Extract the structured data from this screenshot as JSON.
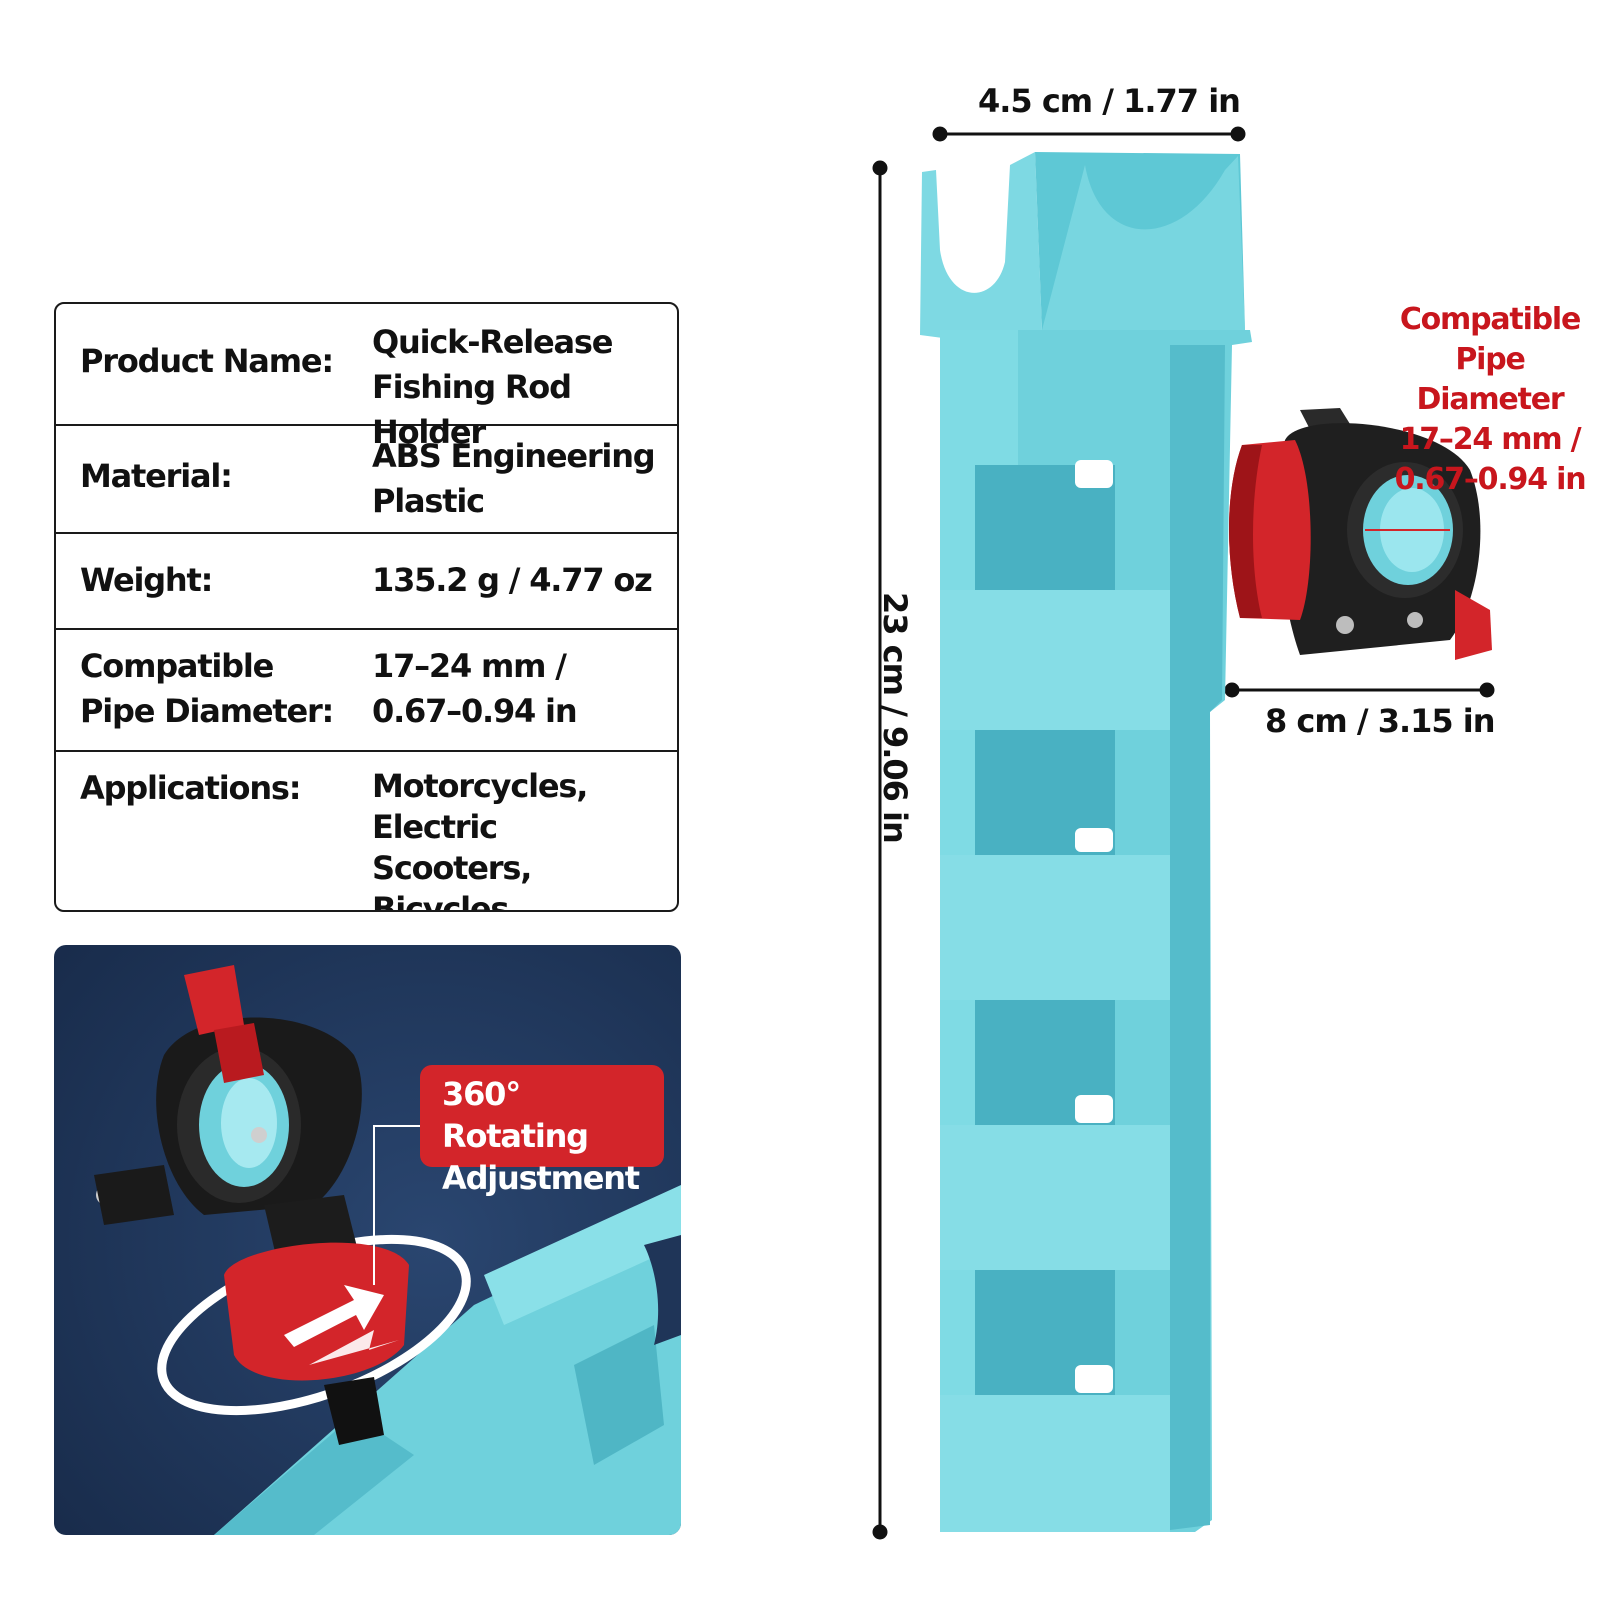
{
  "specs": [
    {
      "label": "Product Name:",
      "value": "Quick-Release\nFishing Rod Holder"
    },
    {
      "label": "Material:",
      "value": "ABS Engineering\nPlastic"
    },
    {
      "label": "Weight:",
      "value": "135.2 g / 4.77 oz"
    },
    {
      "label": "Compatible\nPipe Diameter:",
      "value": "17–24 mm /\n0.67–0.94 in"
    },
    {
      "label": "Applications:",
      "value": "Motorcycles, Electric\nScooters, Bicycles,\nand more"
    }
  ],
  "dimensions": {
    "width": "4.5 cm / 1.77 in",
    "height": "23 cm / 9.06 in",
    "clamp_width": "8 cm / 3.15 in"
  },
  "callouts": {
    "pipe_diameter": "Compatible\nPipe Diameter\n17–24 mm /\n0.67–0.94 in",
    "rotating": "360° Rotating\nAdjustment"
  },
  "colors": {
    "teal": "#6fd1dc",
    "navy": "#1f3558",
    "red": "#d3252a",
    "black": "#1a1a1a"
  }
}
